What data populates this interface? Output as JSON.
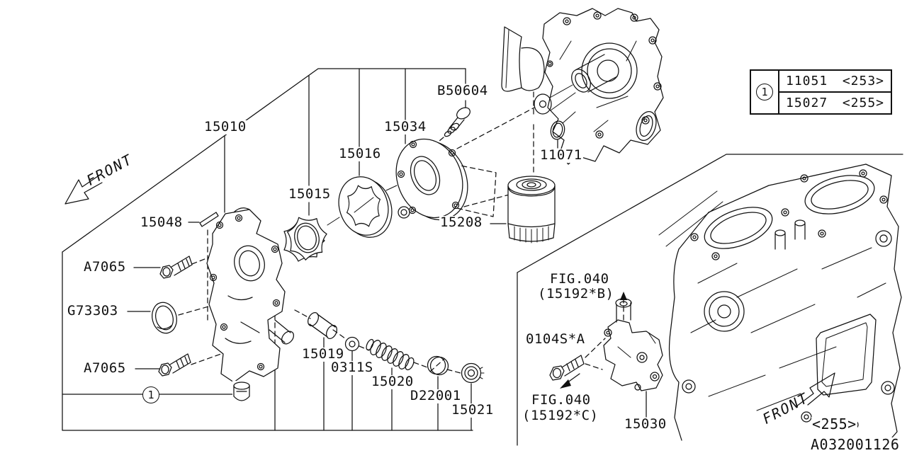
{
  "drawing": {
    "number": "A032001126",
    "variant": "<255>",
    "front_top": "FRONT",
    "front_bottom": "FRONT",
    "ref_marker": "1"
  },
  "legend": {
    "ref": "1",
    "rows": [
      {
        "part": "11051",
        "variant": "<253>"
      },
      {
        "part": "15027",
        "variant": "<255>"
      }
    ]
  },
  "labels": {
    "p15010": "15010",
    "p15015": "15015",
    "p15016": "15016",
    "p15034": "15034",
    "b50604": "B50604",
    "p15048": "15048",
    "a7065_upper": "A7065",
    "g73303": "G73303",
    "a7065_lower": "A7065",
    "p15019": "15019",
    "p0311s": "0311S",
    "p15020": "15020",
    "d22001": "D22001",
    "p15021": "15021",
    "p15208": "15208",
    "p11071": "11071",
    "p15030": "15030",
    "p0104s": "0104S*A",
    "fig_b_line1": "FIG.040",
    "fig_b_line2": "(15192*B)",
    "fig_c_line1": "FIG.040",
    "fig_c_line2": "(15192*C)"
  }
}
